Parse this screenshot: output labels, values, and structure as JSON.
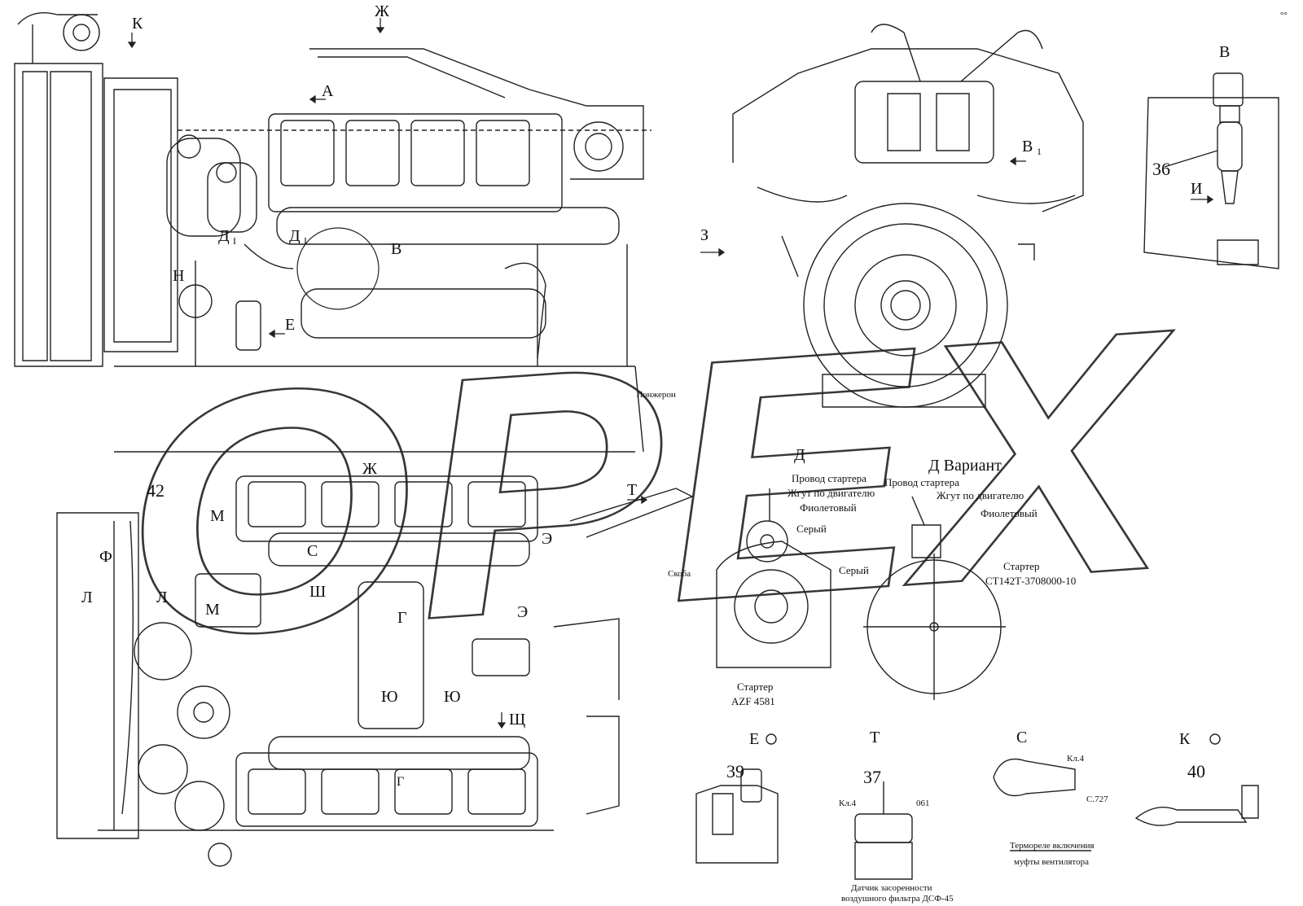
{
  "watermark": "OPEX",
  "corner_mark": "°°",
  "views": {
    "K": "К",
    "Zh": "Ж",
    "A": "А",
    "B": "В",
    "D1": "Д",
    "D1_sub": "I",
    "D1b": "Д",
    "D1b_sub": "I",
    "N": "Н",
    "E": "Е",
    "Z": "З",
    "B1": "В",
    "B1_sub": "1",
    "I": "И",
    "T": "Т",
    "M": "М",
    "M2": "М",
    "F": "Ф",
    "L": "Л",
    "L2": "Л",
    "S": "С",
    "Sh": "Ш",
    "G": "Г",
    "G2": "Г",
    "E_rev": "Э",
    "E_rev2": "Э",
    "Yu": "Ю",
    "Yu2": "Ю",
    "Sch": "Щ",
    "D": "Д",
    "B_view": "В"
  },
  "numbers": {
    "n36": "36",
    "n42": "42",
    "n39": "39",
    "n37": "37",
    "n40": "40"
  },
  "texts": {
    "spar": "Лонжерон",
    "bracket": "Скоба",
    "d_variant": "Д  Вариант",
    "starter_wire": "Провод стартера",
    "starter_wire2": "Провод стартера",
    "engine_harness": "Жгут по двигателю",
    "engine_harness2": "Жгут по двигателю",
    "violet": "Фиолетовый",
    "violet2": "Фиолетовый",
    "grey": "Серый",
    "grey2": "Серый",
    "starter": "Стартер",
    "starter_model": "AZF 4581",
    "starter2": "Стартер",
    "starter2_model": "СТ142Т-3708000-10",
    "detail_E": "Е",
    "detail_T": "Т",
    "detail_S": "С",
    "detail_K": "К",
    "kl4": "Кл.4",
    "n061": "061",
    "kl4b": "Кл.4",
    "s727": "С.727",
    "dsf_line1": "Датчик засоренности",
    "dsf_line2": "воздушного фильтра ДСФ-45",
    "thermo_line1": "Термореле включения",
    "thermo_line2": "муфты вентилятора"
  }
}
